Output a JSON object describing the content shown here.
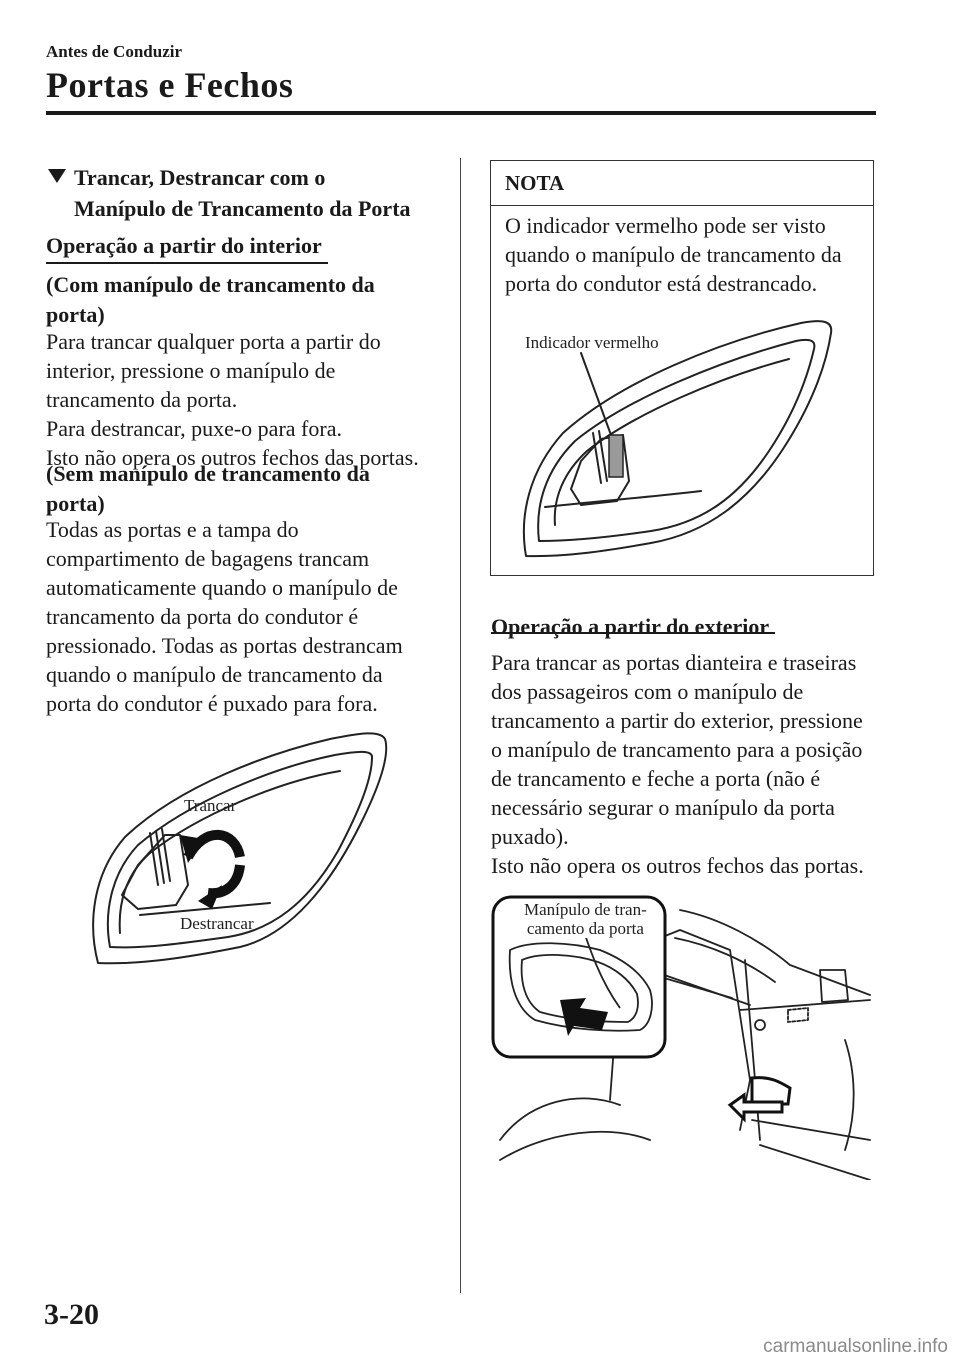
{
  "header": {
    "chapter": "Antes de Conduzir",
    "section_title": "Portas e Fechos"
  },
  "left": {
    "heading_line1": "Trancar, Destrancar com o",
    "heading_line2": "Manípulo de Trancamento da Porta",
    "sub_heading": "Operação a partir do interior",
    "with_handle_1": "(Com manípulo de trancamento da",
    "with_handle_2": "porta)",
    "para1": [
      "Para trancar qualquer porta a partir do",
      "interior, pressione o manípulo de",
      "trancamento da porta.",
      "Para destrancar, puxe-o para fora.",
      "Isto não opera os outros fechos das portas."
    ],
    "without_handle_1": "(Sem manípulo de trancamento da",
    "without_handle_2": "porta)",
    "para2": [
      "Todas as portas e a tampa do",
      "compartimento de bagagens trancam",
      "automaticamente quando o manípulo de",
      "trancamento da porta do condutor é",
      "pressionado. Todas as portas destrancam",
      "quando o manípulo de trancamento da",
      "porta do condutor é puxado para fora."
    ],
    "fig_label_lock": "Trancar",
    "fig_label_unlock": "Destrancar"
  },
  "nota": {
    "title": "NOTA",
    "text": [
      "O indicador vermelho pode ser visto",
      "quando o manípulo de trancamento da",
      "porta do condutor está destrancado."
    ],
    "fig_label": "Indicador vermelho"
  },
  "right": {
    "sub_heading": "Operação a partir do exterior",
    "para": [
      "Para trancar as portas dianteira e traseiras",
      "dos passageiros com o manípulo de",
      "trancamento a partir do exterior, pressione",
      "o manípulo de trancamento para a posição",
      "de trancamento e feche a porta (não é",
      "necessário segurar o manípulo da porta",
      "puxado).",
      "Isto não opera os outros fechos das portas."
    ],
    "fig_label_1": "Manípulo de tran-",
    "fig_label_2": "camento da porta"
  },
  "footer": {
    "page_number": "3-20",
    "watermark": "carmanualsonline.info"
  }
}
